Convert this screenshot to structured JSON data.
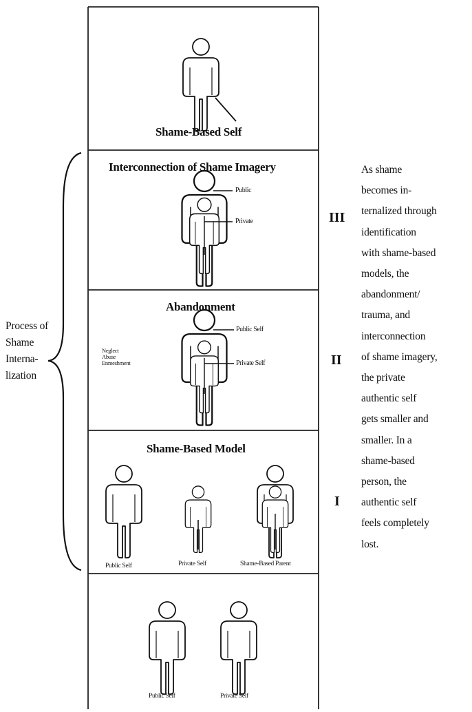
{
  "panels": {
    "top": {
      "caption": "Shame-Based Self"
    },
    "stage3": {
      "title": "Interconnection of Shame Imagery",
      "public_label": "Public",
      "private_label": "Private"
    },
    "stage2": {
      "title": "Abandonment",
      "public_label": "Public Self",
      "private_label": "Private Self",
      "causes": [
        "Neglect",
        "Abuse",
        "Enmeshment"
      ]
    },
    "stage1": {
      "title": "Shame-Based Model",
      "labels": [
        "Public Self",
        "Private Self",
        "Shame-Based Parent"
      ]
    },
    "bottom": {
      "labels": [
        "Public Self",
        "Private Self"
      ]
    }
  },
  "numerals": [
    "III",
    "II",
    "I"
  ],
  "process_label": [
    "Process of",
    "Shame",
    "Interna-",
    "lization"
  ],
  "description_lines": [
    "As shame",
    "becomes in-",
    "ternalized through",
    "identification",
    "with shame-based",
    "models, the",
    "abandonment/",
    "trauma, and",
    "interconnection",
    "of shame imagery,",
    "the private",
    "authentic self",
    "gets smaller and",
    "smaller. In a",
    "shame-based",
    "person, the",
    "authentic self",
    "feels completely",
    "lost."
  ]
}
